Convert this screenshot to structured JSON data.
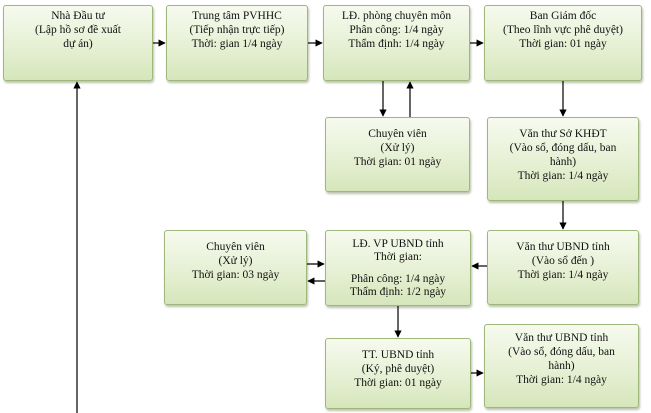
{
  "nodes": {
    "investor": {
      "lines": [
        "Nhà Đầu tư",
        "(Lập hồ sơ đề xuất",
        "dự án)"
      ]
    },
    "pvhhc": {
      "lines": [
        "Trung tâm PVHHC",
        "(Tiếp nhận trực tiếp)",
        "Thời: gian 1/4 ngày"
      ]
    },
    "dept_leader": {
      "lines": [
        "LĐ. phòng chuyên môn",
        "Phân công: 1/4 ngày",
        "Thẩm định: 1/4 ngày"
      ]
    },
    "directors": {
      "lines": [
        "Ban Giám đốc",
        "(Theo lĩnh vực phê duyệt)",
        "Thời gian: 01 ngày"
      ]
    },
    "specialist_1": {
      "lines": [
        "Chuyên viên",
        "(Xử lý)",
        "Thời gian: 01 ngày"
      ]
    },
    "clerk_khdt": {
      "lines": [
        "Văn thư Sở KHĐT",
        "(Vào sổ, đóng dấu, ban",
        "hành)",
        "Thời gian: 1/4 ngày"
      ]
    },
    "specialist_2": {
      "lines": [
        "Chuyên viên",
        "(Xử lý)",
        "Thời gian: 03 ngày"
      ]
    },
    "vp_ubnd": {
      "lines": [
        "LĐ. VP UBND tỉnh",
        "Thời gian:",
        "",
        "Phân công: 1/4 ngày",
        "Thẩm định: 1/2 ngày"
      ]
    },
    "clerk_ubnd_in": {
      "lines": [
        "Văn thư UBND tỉnh",
        "(Vào sổ đến )",
        "Thời gian: 1/4 ngày"
      ]
    },
    "tt_ubnd": {
      "lines": [
        "TT. UBND tỉnh",
        "(Ký, phê duyệt)",
        "Thời gian: 01 ngày"
      ]
    },
    "clerk_ubnd_out": {
      "lines": [
        "Văn thư UBND tỉnh",
        "(Vào sổ, đóng dấu, ban",
        "hành)",
        "Thời gian: 1/4 ngày"
      ]
    }
  }
}
